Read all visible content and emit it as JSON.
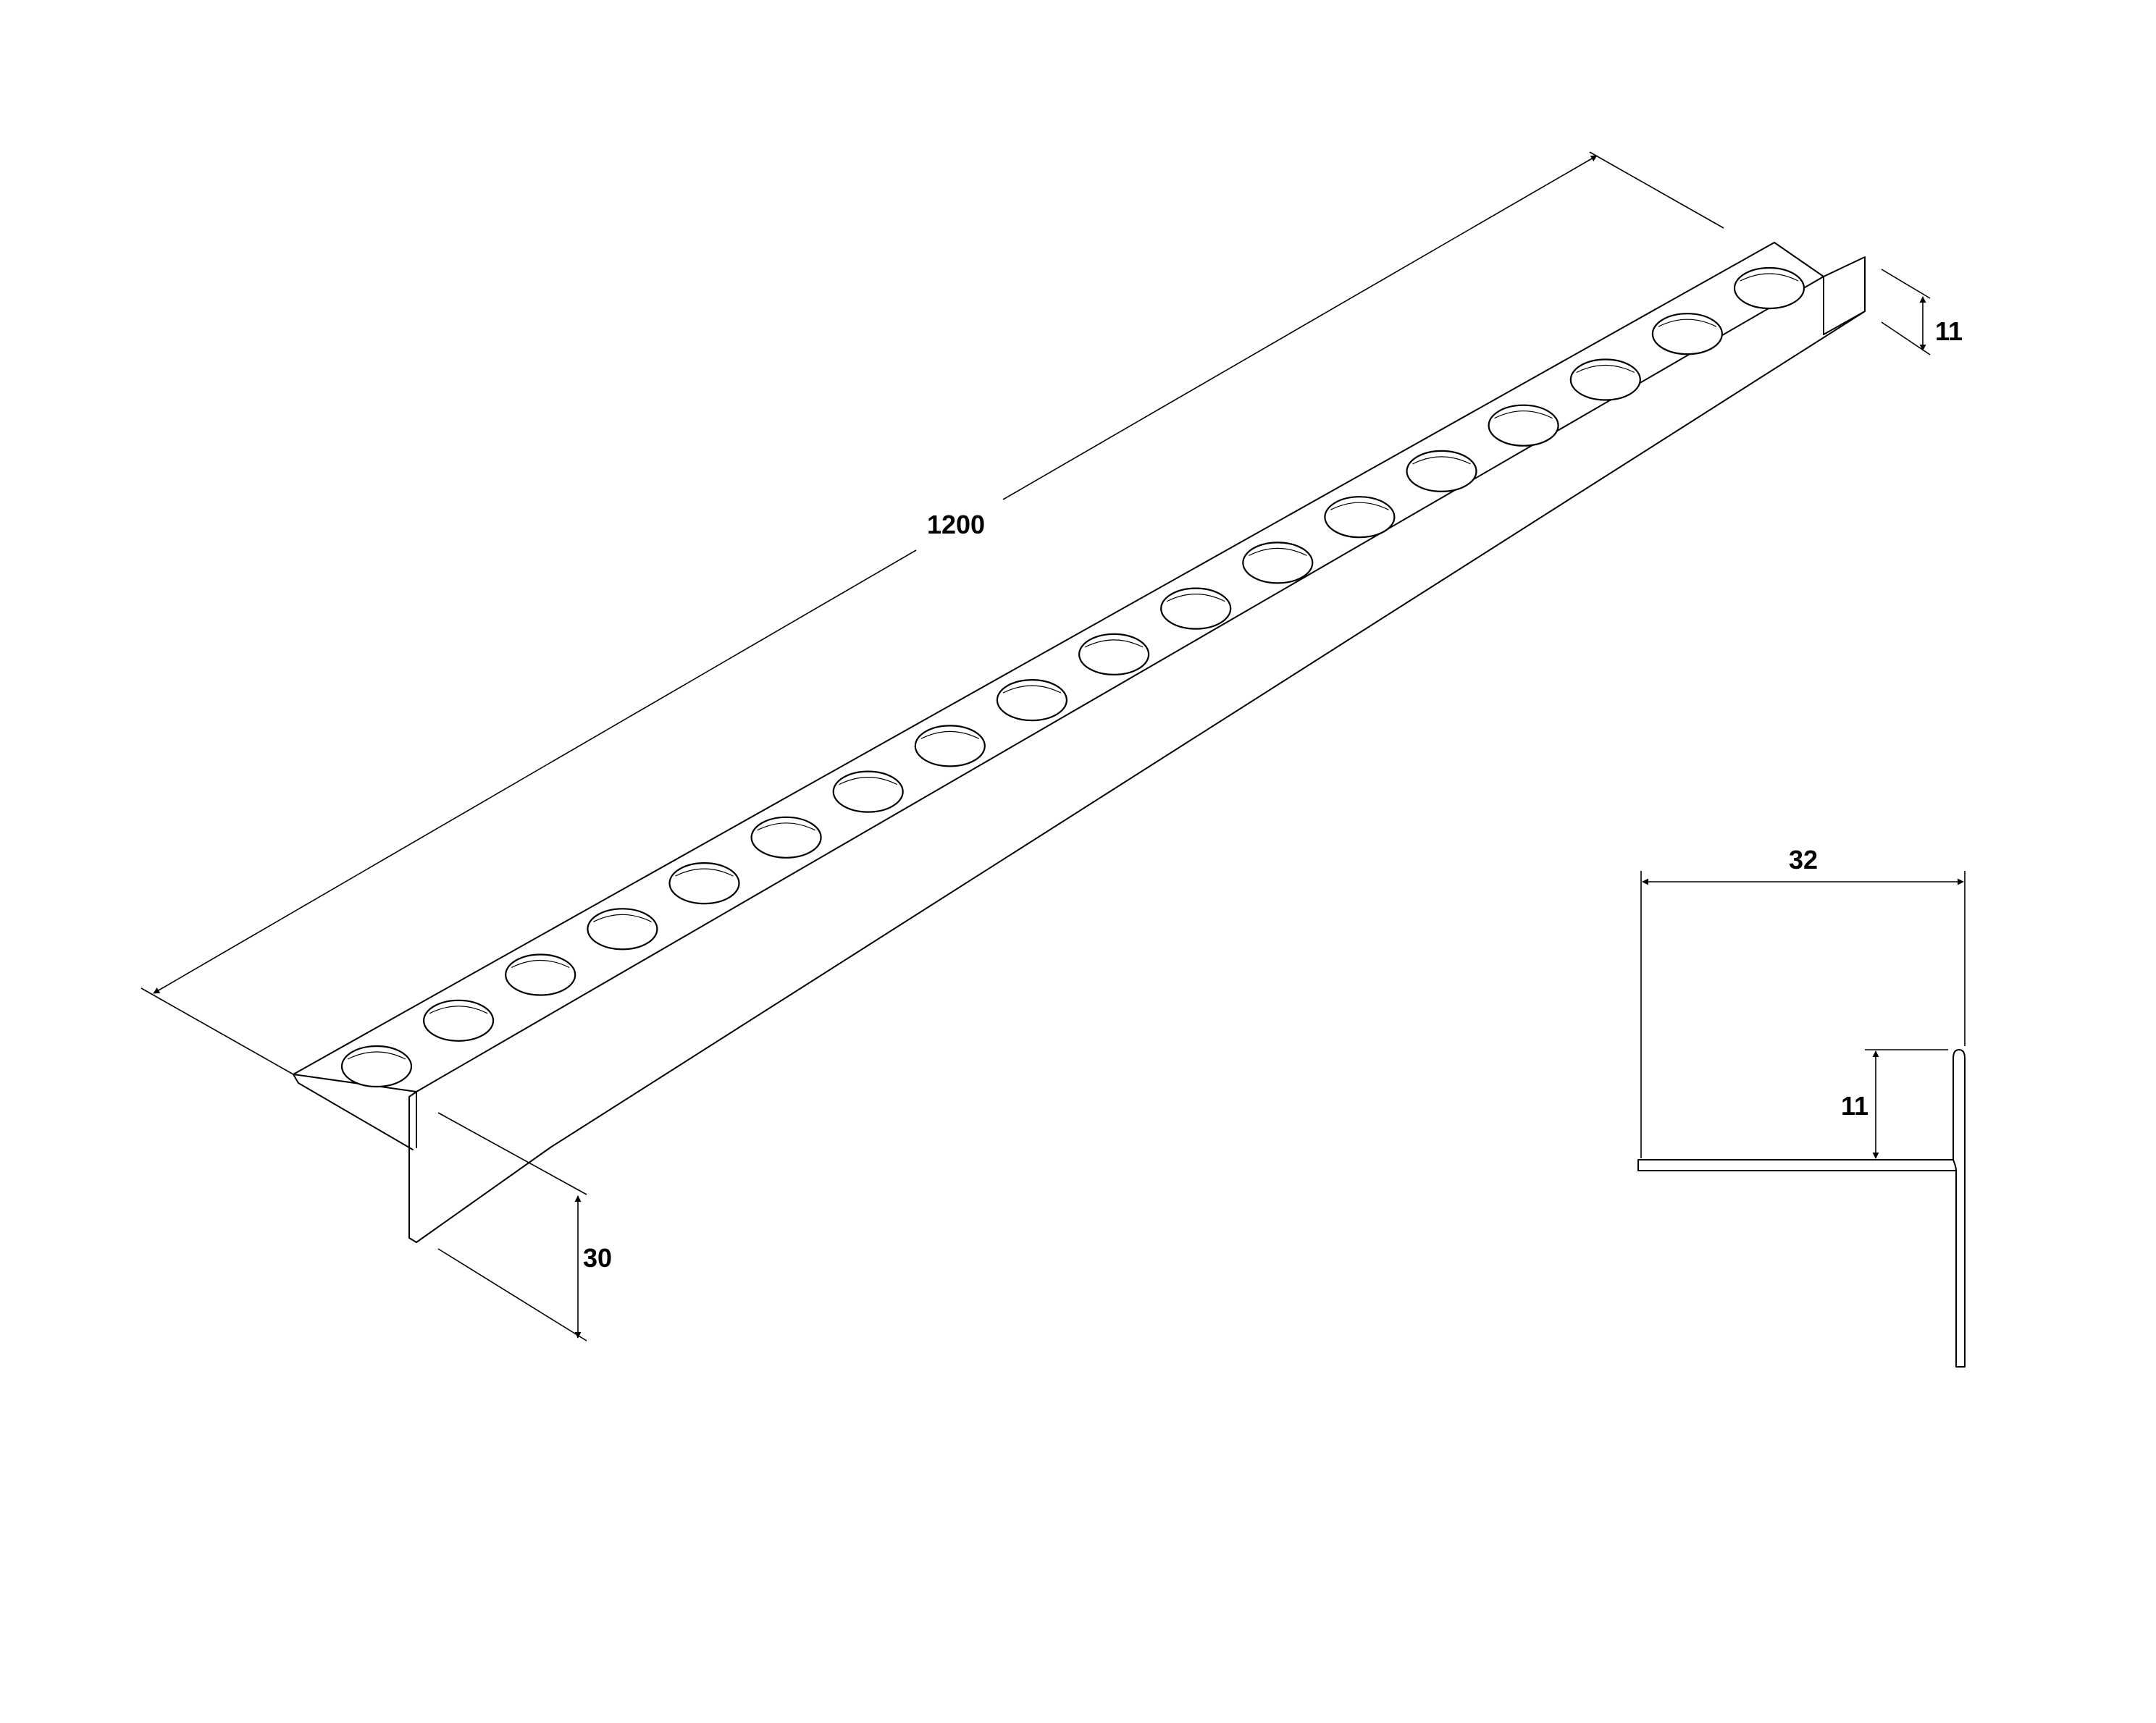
{
  "dimensions": {
    "length": "1200",
    "upstand_height_iso": "11",
    "downstand_height": "30",
    "section_width": "32",
    "section_upstand": "11"
  },
  "profile": {
    "hole_count": 18
  }
}
